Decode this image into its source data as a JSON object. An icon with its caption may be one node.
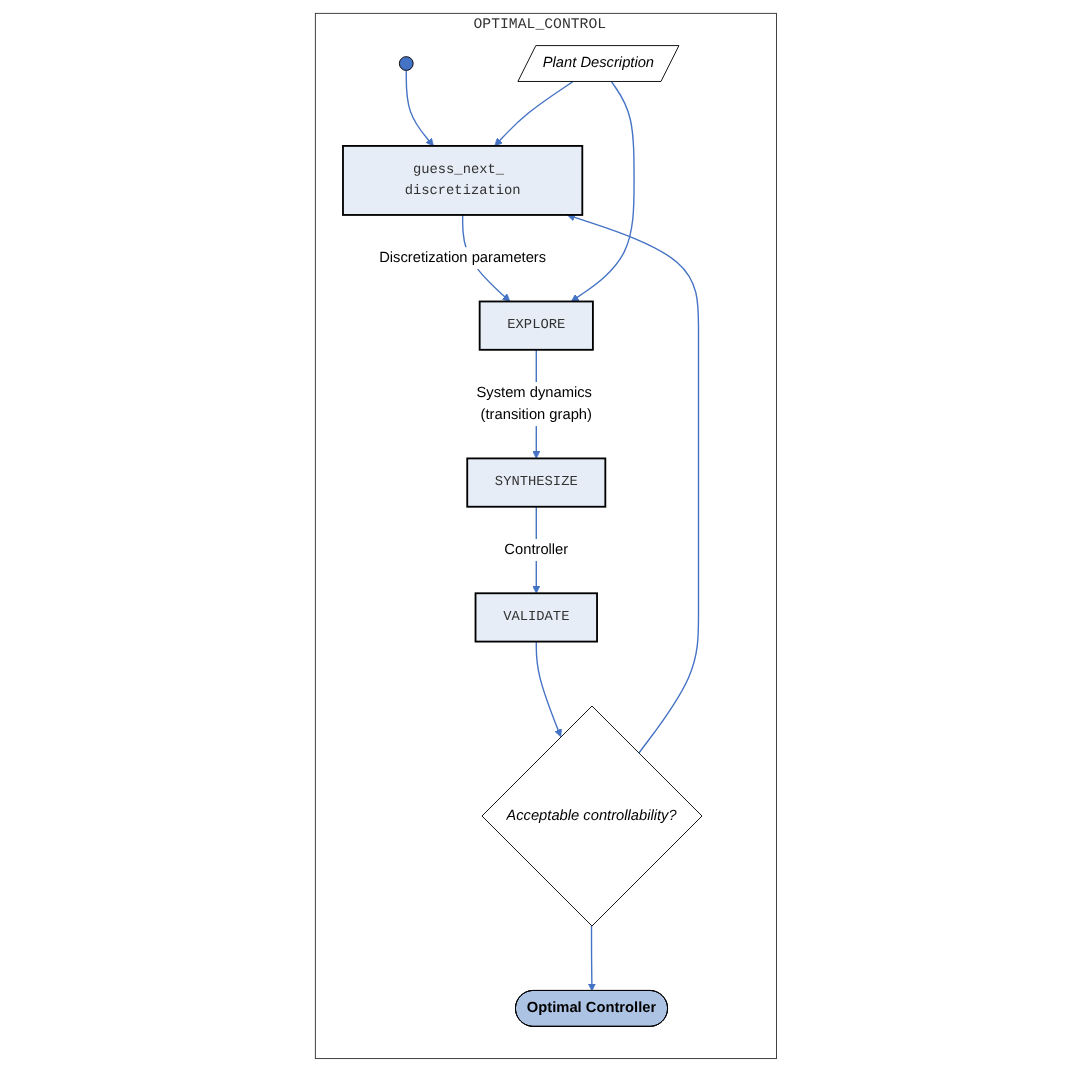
{
  "diagram": {
    "nodes": [
      {
        "text": [
          "OPTIMAL_CONTROL"
        ]
      },
      {
        "text": [],
        "shape": "circle",
        "in": 0
      },
      {
        "text": [
          "guess_next_ discretization"
        ],
        "in": 0
      },
      {
        "text": [
          "Plant Description"
        ],
        "in": 0
      },
      {
        "text": [
          "EXPLORE"
        ],
        "in": 0
      },
      {
        "text": [
          "SYNTHESIZE"
        ],
        "in": 0
      },
      {
        "text": [
          "VALIDATE"
        ],
        "in": 0
      },
      {
        "text": [
          "Acceptable controllability?"
        ],
        "in": 0
      },
      {
        "text": [
          "Optimal Controller"
        ],
        "in": 0
      }
    ],
    "edges": [
      {
        "from": 1,
        "to": 2,
        "arrow": "to"
      },
      {
        "from": 7,
        "to": 2,
        "arrow": "to"
      },
      {
        "from": 3,
        "to": 2,
        "arrow": "to"
      },
      {
        "from": 2,
        "to": 4,
        "label": "Discretization parameters",
        "arrow": "to"
      },
      {
        "from": 3,
        "to": 4,
        "arrow": "to"
      },
      {
        "from": 4,
        "to": 5,
        "label": "System dynamics (transition graph)",
        "arrow": "to"
      },
      {
        "from": 5,
        "to": 6,
        "label": "Controller",
        "arrow": "to"
      },
      {
        "from": 6,
        "to": 7,
        "arrow": "to"
      },
      {
        "from": 7,
        "to": 8,
        "arrow": "to"
      }
    ]
  }
}
